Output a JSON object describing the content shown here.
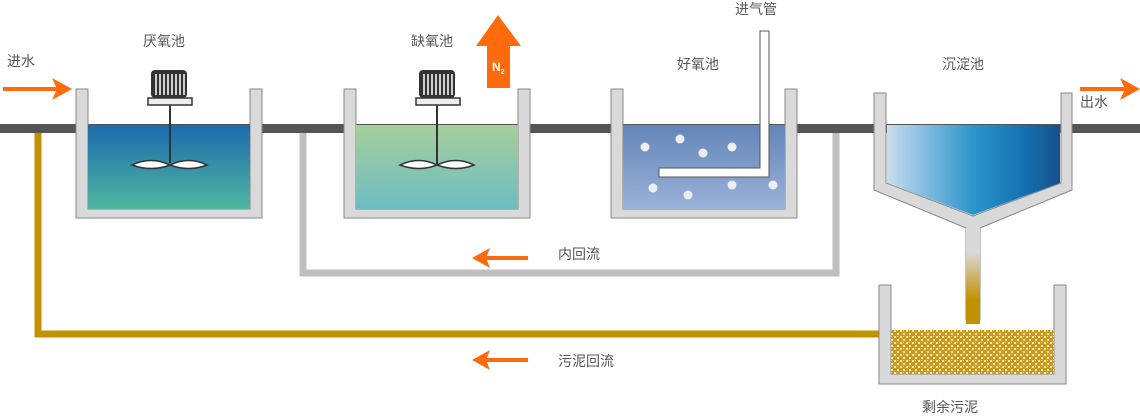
{
  "labels": {
    "inlet": "进水",
    "outlet": "出水",
    "anaerobic_tank": "厌氧池",
    "anoxic_tank": "缺氧池",
    "aerobic_tank": "好氧池",
    "sedimentation_tank": "沉淀池",
    "air_inlet_pipe": "进气管",
    "internal_recycle": "内回流",
    "sludge_recycle": "污泥回流",
    "excess_sludge": "剩余污泥",
    "n2_symbol": "N",
    "n2_subscript": "2"
  },
  "colors": {
    "arrow": "#ff6a0d",
    "main_pipe": "#555555",
    "internal_recycle_pipe": "#bfbfbf",
    "sludge_pipe": "#c29100",
    "tank_wall": "#d9d9d9",
    "tank_wall_stroke": "#888888",
    "label_text": "#555555"
  }
}
